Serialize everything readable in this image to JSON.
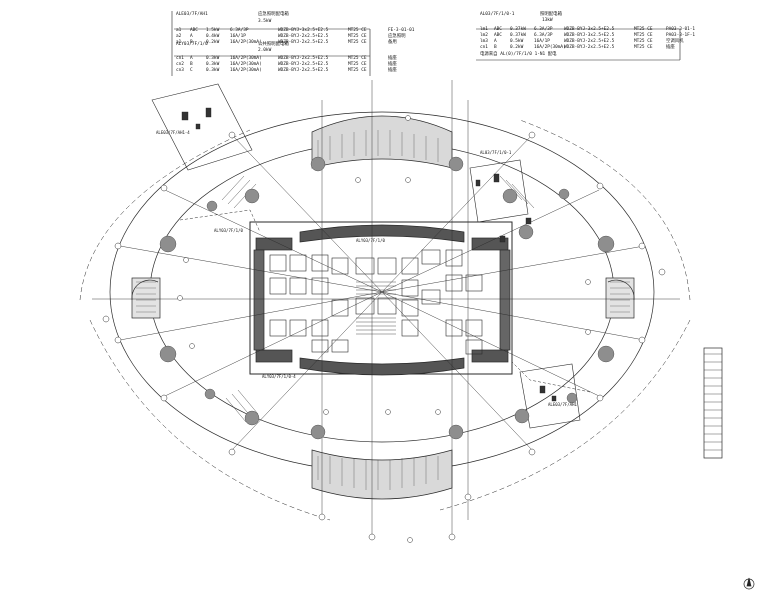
{
  "panel_a": {
    "feeder_id": "ALE03/7F/AH1",
    "caption": "应急照明配电箱",
    "capacity": "3.5kW",
    "rows": [
      [
        "a1",
        "ABC",
        "1.5kW",
        "6.3A/3P",
        "WDZB-BYJ-3x2.5+E2.5",
        "MT25 CE",
        "FE-3-01-01"
      ],
      [
        "a2",
        "A",
        "0.4kW",
        "16A/1P",
        "WDZB-BYJ-2x2.5+E2.5",
        "MT25 CE",
        "应急照明"
      ],
      [
        "a1",
        "B",
        "0.2kW",
        "16A/2P(30mA)",
        "WDZB-BYJ-2x2.5+E2.5",
        "MT25 CE",
        "备用"
      ]
    ]
  },
  "panel_b": {
    "feeder_id": "ALY03/7F/1/0",
    "caption": "公共照明配电箱",
    "capacity": "2.0kW",
    "rows": [
      [
        "cn1",
        "A",
        "0.3kW",
        "16A/2P(30mA)",
        "WDZB-BYJ-2x2.5+E2.5",
        "MT25 CE",
        "插座"
      ],
      [
        "cn2",
        "B",
        "0.3kW",
        "16A/2P(30mA)",
        "WDZB-BYJ-2x2.5+E2.5",
        "MT25 CE",
        "插座"
      ],
      [
        "cn3",
        "C",
        "0.3kW",
        "16A/2P(30mA)",
        "WDZB-BYJ-2x2.5+E2.5",
        "MT25 CE",
        "插座"
      ]
    ]
  },
  "panel_c": {
    "feeder_id": "AL03/7F/1/0-1",
    "caption": "照明配电箱",
    "capacity": "13kW",
    "rows": [
      [
        "lm1",
        "ABC",
        "0.37kW",
        "6.3A/3P",
        "WDZB-BYJ-3x2.5+E2.5",
        "MT25 CE",
        "PA03-3-01-1"
      ],
      [
        "lm2",
        "ABC",
        "0.37kW",
        "6.3A/3P",
        "WDZB-BYJ-3x2.5+E2.5",
        "MT25 CE",
        "PA03-3-1F-1"
      ],
      [
        "lm3",
        "A",
        "0.5kW",
        "16A/1P",
        "WDZB-BYJ-2x2.5+E2.5",
        "MT25 CE",
        "空调风机"
      ],
      [
        "cn1",
        "B",
        "0.2kW",
        "16A/2P(30mA)",
        "WDZB-BYJ-2x2.5+E2.5",
        "MT25 CE",
        "插座"
      ]
    ],
    "footer": "电源来自 AL(0)/7F/1/0 1-N1 配电"
  },
  "plan_labels": {
    "core_north": "ALY03/7F/1/0",
    "west_box": "ALY03/7F/1/0",
    "east_box": "AL03/7F/1/0-1",
    "south_box": "ALE03/7F/AH1",
    "nw_box": "ALE03/7F/AH1-4",
    "se_box": "ALY03/7F/1/0-4"
  }
}
